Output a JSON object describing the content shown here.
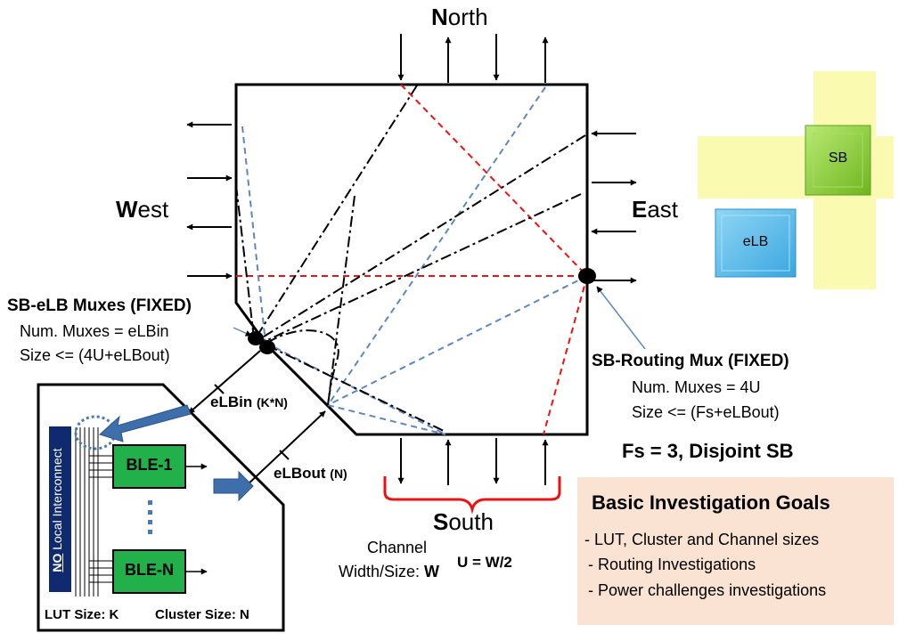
{
  "directions": {
    "north": {
      "initial": "N",
      "rest": "orth"
    },
    "south": {
      "initial": "S",
      "rest": "outh"
    },
    "east": {
      "initial": "E",
      "rest": "ast"
    },
    "west": {
      "initial": "W",
      "rest": "est"
    }
  },
  "sb_elb_muxes": {
    "title": "SB-eLB Muxes (FIXED)",
    "num": "Num. Muxes = eLBin",
    "size": "Size <= (4U+eLBout)"
  },
  "sb_routing_mux": {
    "title": "SB-Routing Mux (FIXED)",
    "num": "Num. Muxes = 4U",
    "size": "Size <= (Fs+eLBout)"
  },
  "elbin": {
    "label": "eLBin",
    "param": "(K*N)"
  },
  "elbout": {
    "label": "eLBout",
    "param": "(N)"
  },
  "ble": {
    "first": "BLE-1",
    "last": "BLE-N",
    "ellipsis": "⋮"
  },
  "local_interconnect": {
    "prefix": "NO",
    "rest": " Local Interconnect"
  },
  "lut_size": "LUT Size: K",
  "cluster_size": "Cluster Size: N",
  "channel": {
    "line1": "Channel",
    "line2_prefix": "Width/Size: ",
    "line2_value": "W"
  },
  "u_formula": "U = W/2",
  "fs_formula": "Fs = 3, Disjoint SB",
  "legend": {
    "sb": "SB",
    "elb": "eLB"
  },
  "goals": {
    "title": "Basic Investigation Goals",
    "items": [
      "- LUT, Cluster and Channel sizes",
      "- Routing Investigations",
      "- Power challenges investigations"
    ]
  },
  "colors": {
    "red_dash": "#ee1111",
    "blue_dash": "#5b87c2",
    "ble_green": "#22b04b",
    "sb_green": "#8cd13a",
    "elb_blue": "#4bb2e6",
    "yellow_band": "#fafab0",
    "goals_bg": "#fbe3d4",
    "thick_arrow": "#3f6fab"
  }
}
